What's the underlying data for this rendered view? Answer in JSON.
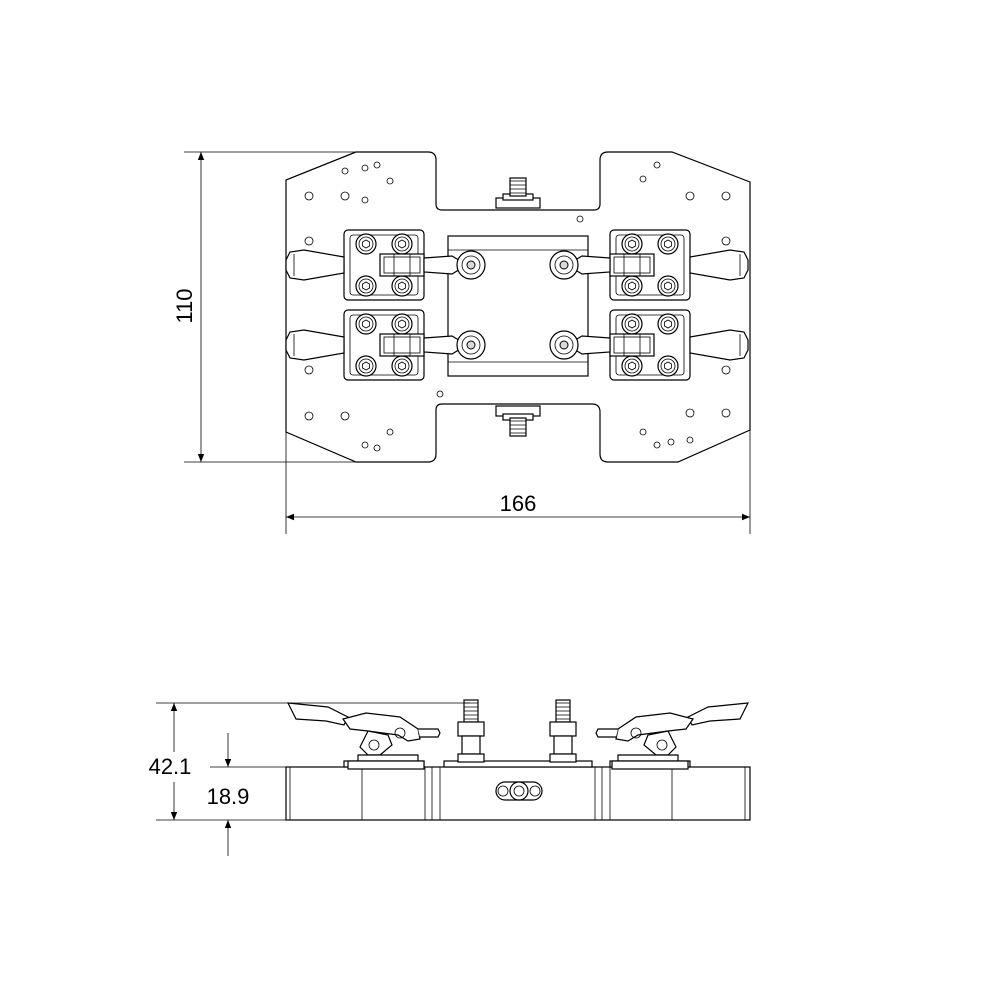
{
  "drawing": {
    "top_view": {
      "height_dimension": "110",
      "width_dimension": "166"
    },
    "side_view": {
      "overall_height_dimension": "42.1",
      "base_height_dimension": "18.9"
    },
    "colors": {
      "line": "#000000",
      "part_fill": "#ffffff",
      "shade": "#d9d9d9"
    }
  }
}
